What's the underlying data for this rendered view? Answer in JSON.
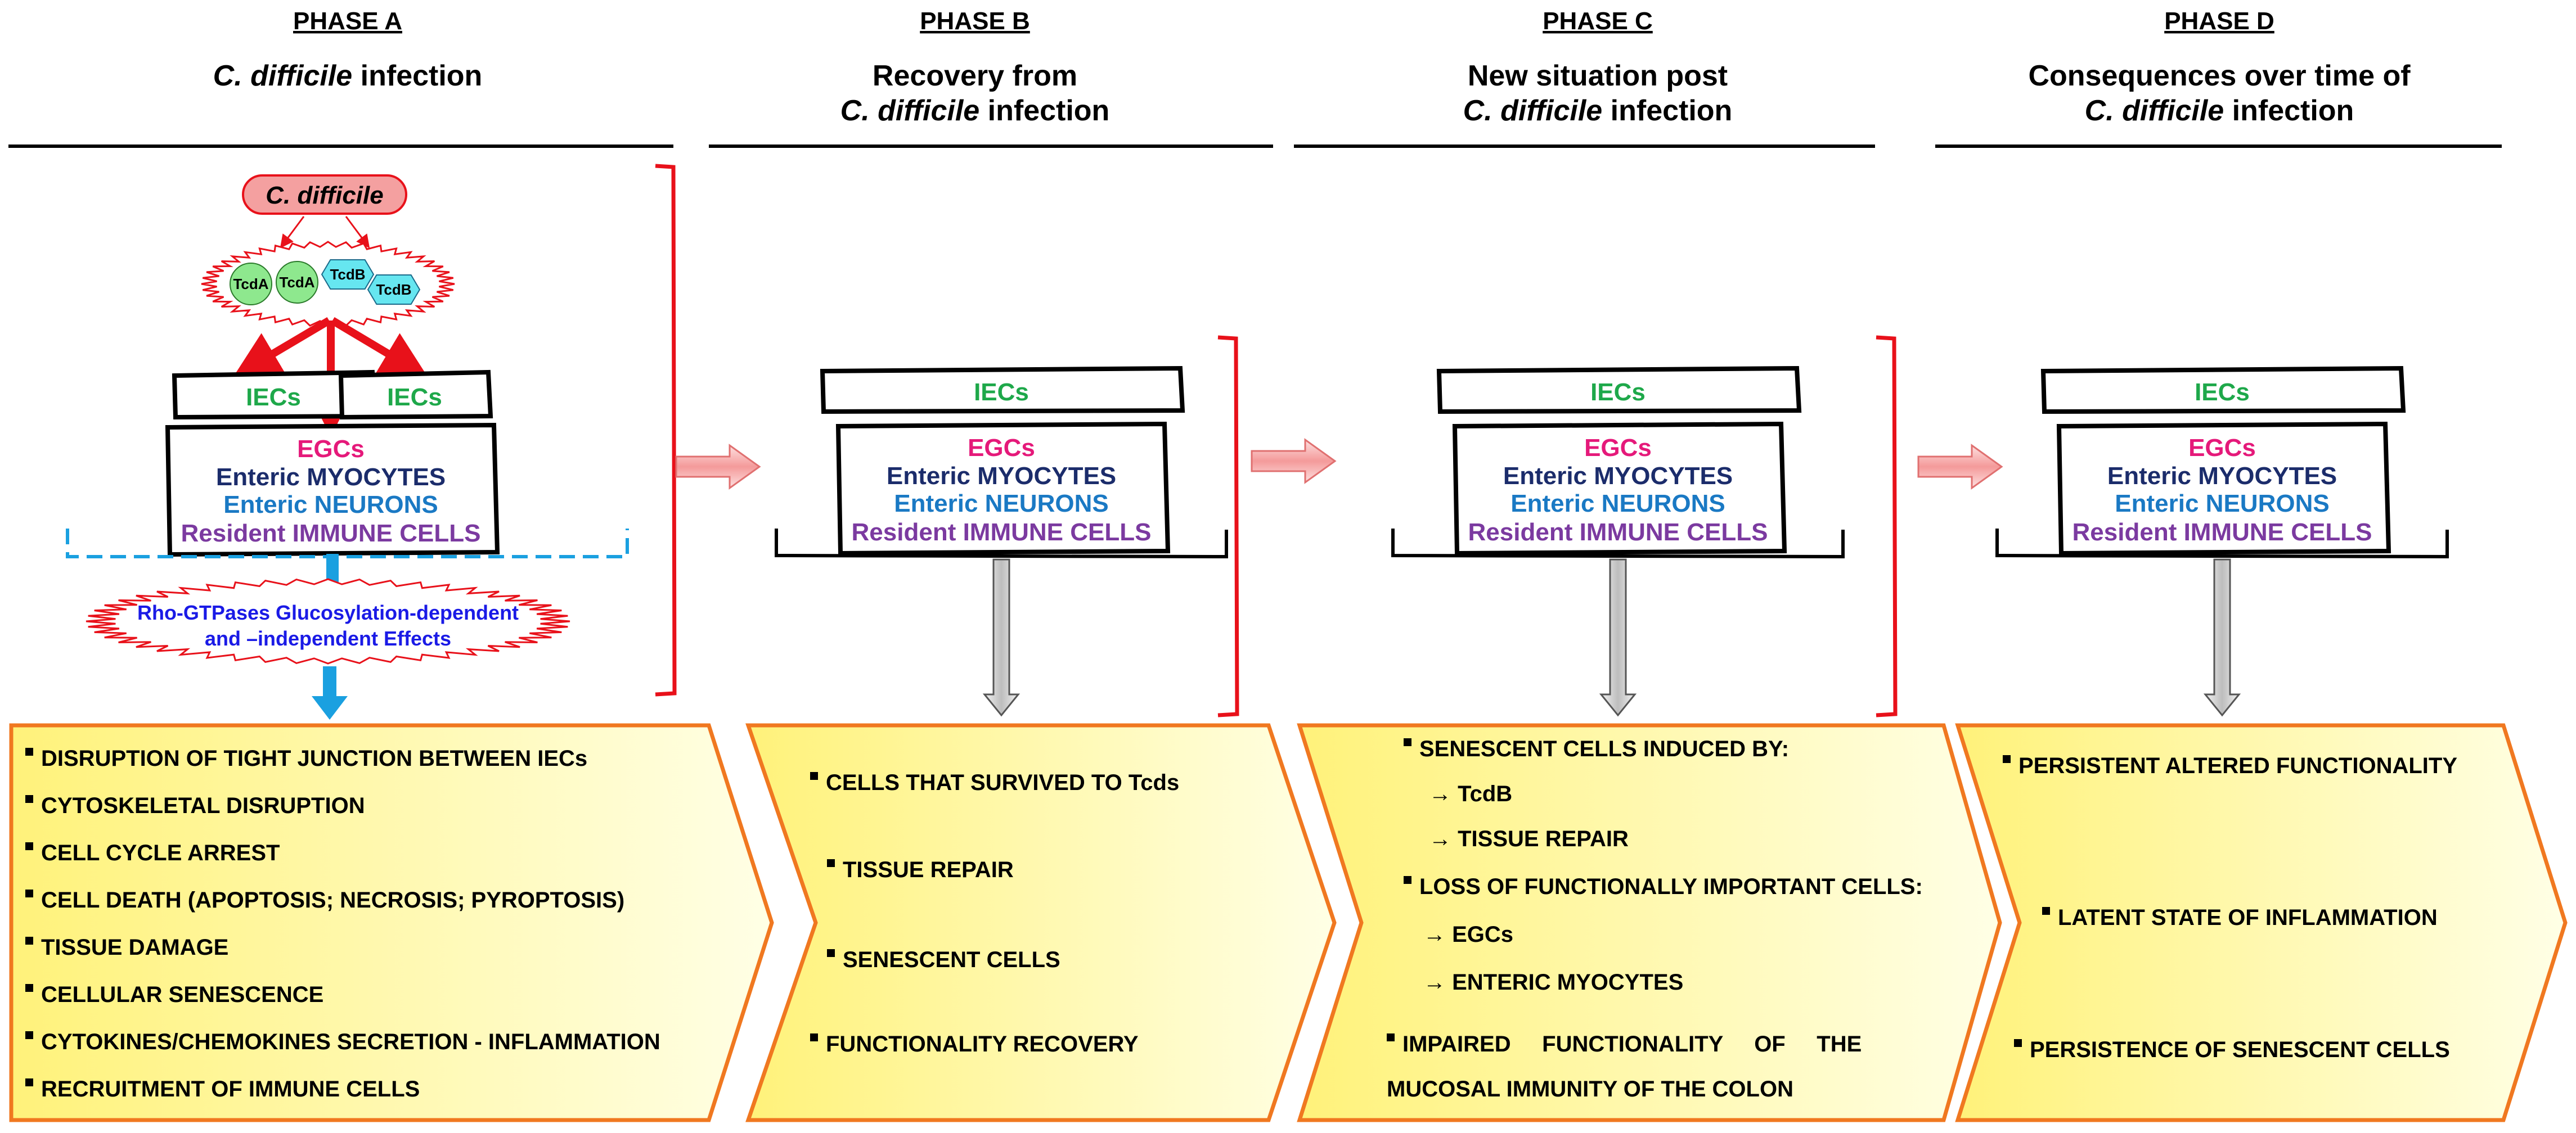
{
  "colors": {
    "red": "#e8111a",
    "panel_border": "#f07820",
    "panel_fill_start": "#fff27a",
    "panel_fill_end": "#ffffe6",
    "iec": "#1ea84a",
    "egc": "#e5197a",
    "myocytes": "#1b2c6b",
    "neurons": "#1a79c4",
    "immune": "#7b3aa0",
    "rho_text": "#1a1ae6",
    "blue_arrow": "#1aa0e0",
    "grey_arrow": "#cccccc",
    "pink_arrow": "#f7a3a3",
    "tcda": "#8ee88e",
    "tcdb": "#66e6f0",
    "cdiff_fill": "#f4a0a0"
  },
  "phases": [
    {
      "title": "PHASE A",
      "subtitle_lines": [
        [
          "",
          "C. difficile",
          " infection"
        ]
      ]
    },
    {
      "title": "PHASE B",
      "subtitle_lines": [
        [
          "Recovery from",
          "",
          ""
        ],
        [
          "",
          "C. difficile",
          " infection"
        ]
      ]
    },
    {
      "title": "PHASE C",
      "subtitle_lines": [
        [
          "New situation post",
          "",
          ""
        ],
        [
          "",
          "C. difficile",
          " infection"
        ]
      ]
    },
    {
      "title": "PHASE D",
      "subtitle_lines": [
        [
          "Consequences over time of",
          "",
          ""
        ],
        [
          "",
          "C. difficile",
          " infection"
        ]
      ]
    }
  ],
  "pathogen": "C. difficile",
  "toxins": [
    "TcdA",
    "TcdA",
    "TcdB",
    "TcdB"
  ],
  "cells": {
    "iecs": "IECs",
    "egcs": "EGCs",
    "myocytes": [
      "Enteric ",
      "MYOCYTES"
    ],
    "neurons": [
      "Enteric ",
      "NEURONS"
    ],
    "immune": "Resident IMMUNE CELLS"
  },
  "rho_effects": [
    "Rho-GTPases Glucosylation-dependent",
    "and –independent Effects"
  ],
  "panels": [
    {
      "items": [
        {
          "bullet": true,
          "text": "DISRUPTION OF TIGHT JUNCTION BETWEEN IECs"
        },
        {
          "bullet": true,
          "text": "CYTOSKELETAL DISRUPTION"
        },
        {
          "bullet": true,
          "text": "CELL CYCLE ARREST"
        },
        {
          "bullet": true,
          "text": "CELL DEATH (APOPTOSIS; NECROSIS; PYROPTOSIS)"
        },
        {
          "bullet": true,
          "text": "TISSUE DAMAGE"
        },
        {
          "bullet": true,
          "text": "CELLULAR SENESCENCE"
        },
        {
          "bullet": true,
          "text": "CYTOKINES/CHEMOKINES SECRETION - INFLAMMATION"
        },
        {
          "bullet": true,
          "text": "RECRUITMENT OF IMMUNE CELLS"
        }
      ]
    },
    {
      "items": [
        {
          "bullet": true,
          "text": "CELLS THAT SURVIVED TO Tcds"
        },
        {
          "bullet": true,
          "text": "TISSUE REPAIR"
        },
        {
          "bullet": true,
          "text": "SENESCENT CELLS"
        },
        {
          "bullet": true,
          "text": "FUNCTIONALITY RECOVERY"
        }
      ]
    },
    {
      "items": [
        {
          "bullet": true,
          "text": "SENESCENT CELLS INDUCED BY:"
        },
        {
          "bullet": false,
          "text": "→ TcdB"
        },
        {
          "bullet": false,
          "text": "→ TISSUE REPAIR"
        },
        {
          "bullet": true,
          "text": "LOSS OF FUNCTIONALLY IMPORTANT CELLS:"
        },
        {
          "bullet": false,
          "text": "→ EGCs"
        },
        {
          "bullet": false,
          "text": "→ ENTERIC MYOCYTES"
        },
        {
          "bullet": true,
          "text": "IMPAIRED     FUNCTIONALITY     OF     THE"
        },
        {
          "bullet": false,
          "text": "MUCOSAL IMMUNITY OF THE COLON"
        }
      ]
    },
    {
      "items": [
        {
          "bullet": true,
          "text": "PERSISTENT ALTERED FUNCTIONALITY"
        },
        {
          "bullet": true,
          "text": "LATENT STATE OF INFLAMMATION"
        },
        {
          "bullet": true,
          "text": "PERSISTENCE OF SENESCENT CELLS"
        }
      ]
    }
  ]
}
